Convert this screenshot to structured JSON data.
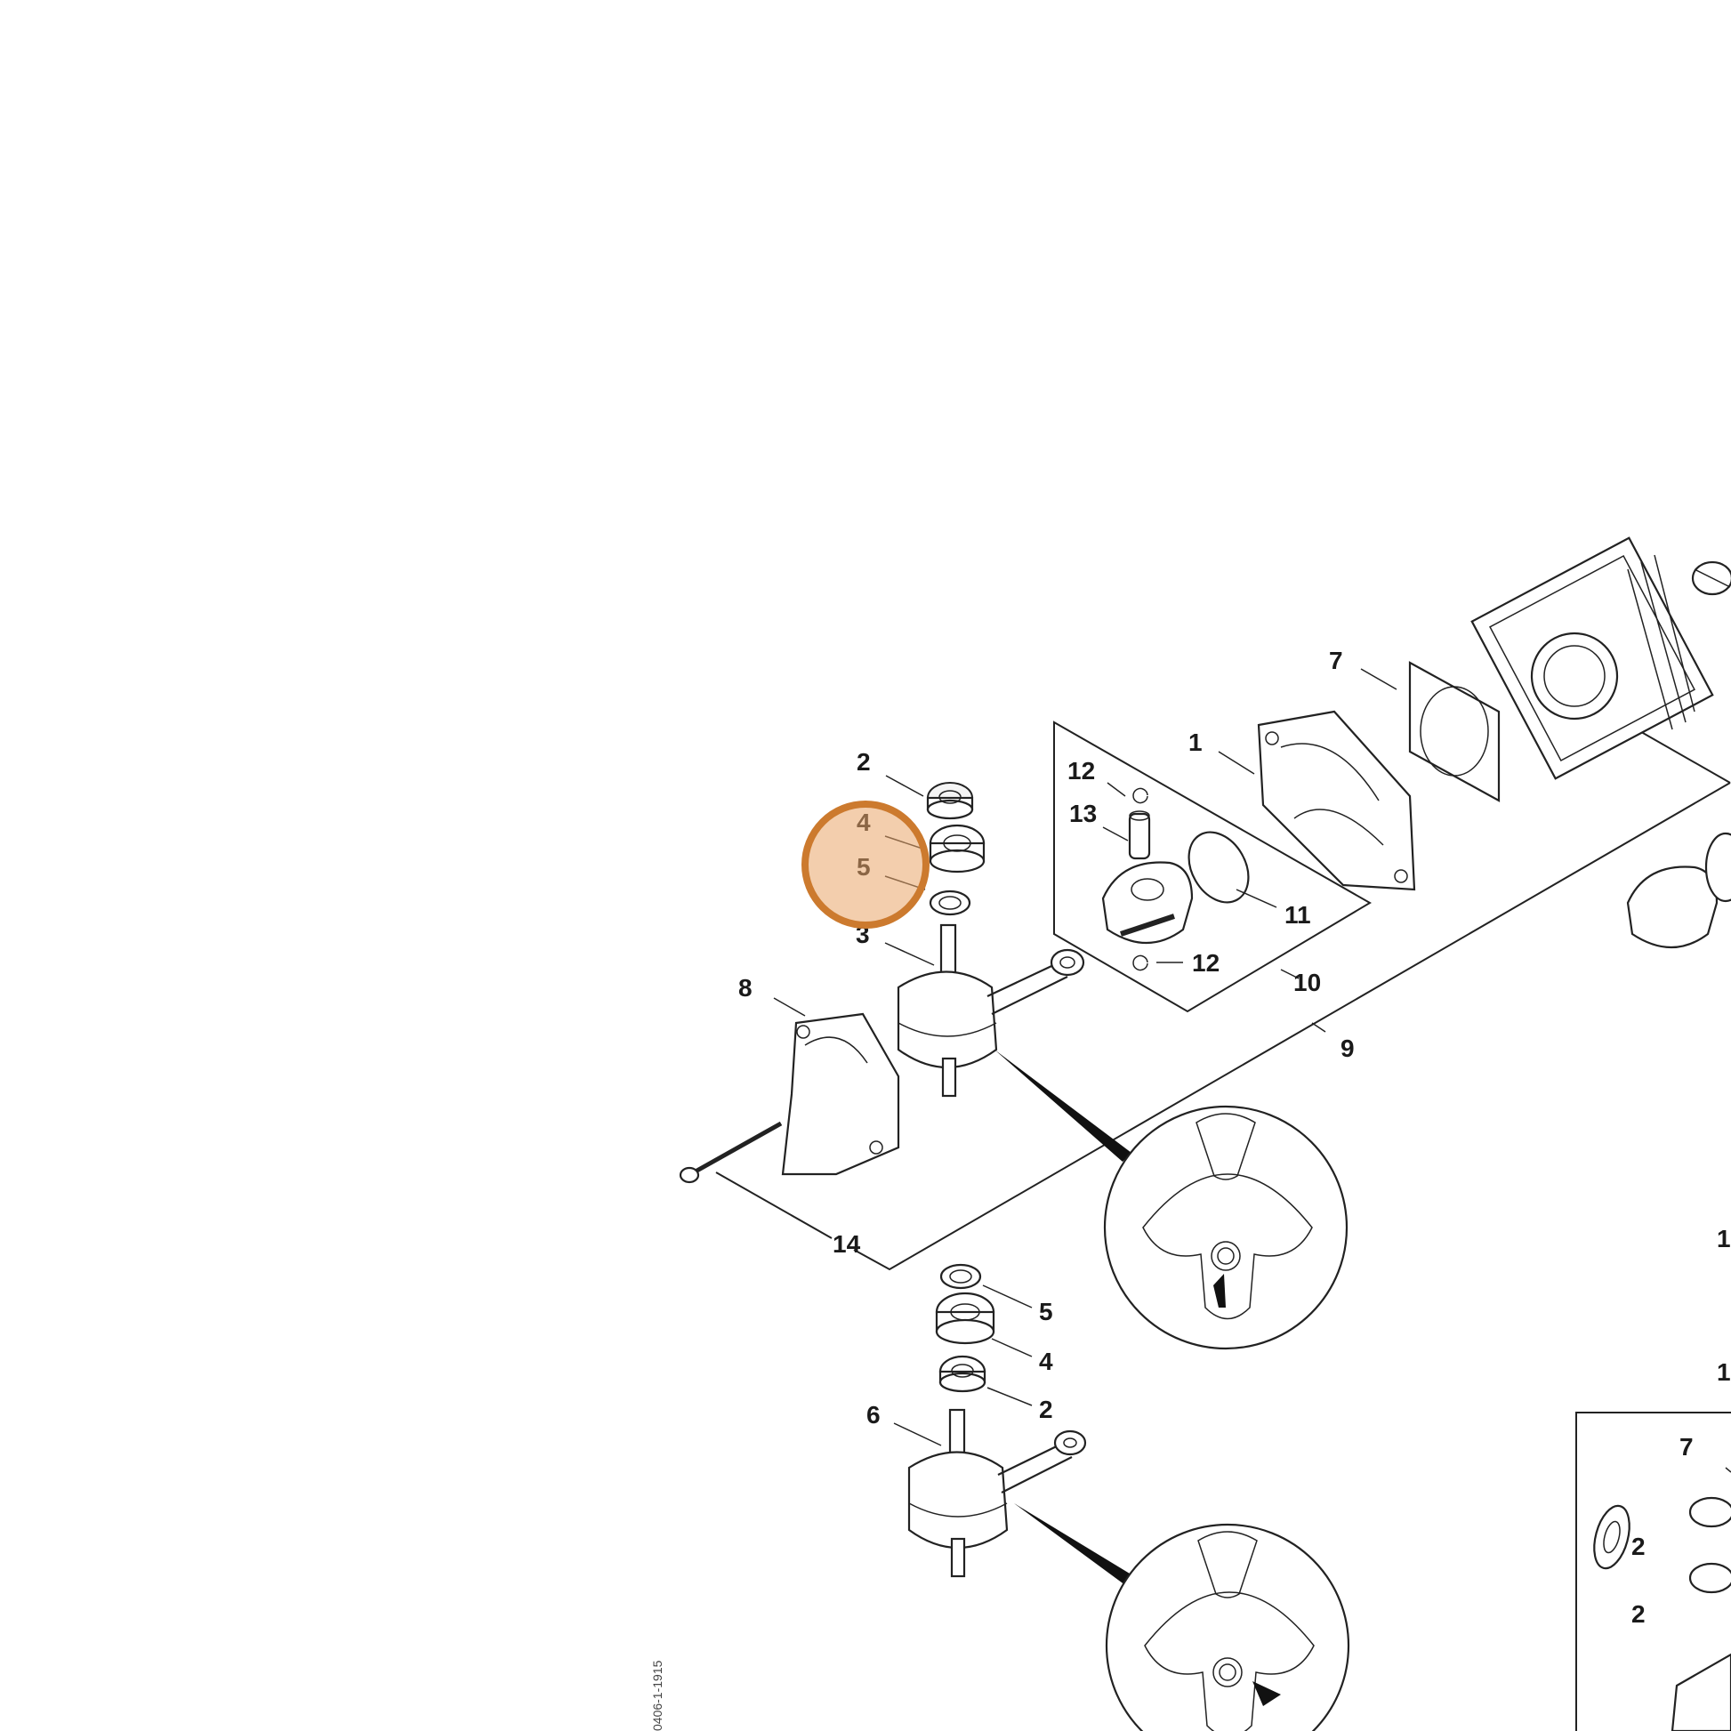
{
  "labels": {
    "l1": "1",
    "l2a": "2",
    "l2b": "2",
    "l2c": "2",
    "l2d": "2",
    "l3": "3",
    "l4a": "4",
    "l4b": "4",
    "l5a": "5",
    "l5b": "5",
    "l6": "6",
    "l7a": "7",
    "l7b": "7",
    "l8": "8",
    "l9": "9",
    "l10": "10",
    "l11": "11",
    "l12a": "12",
    "l12b": "12",
    "l13": "13",
    "l14": "14",
    "l1edge1": "1",
    "l1edge2": "1"
  },
  "drawing_code": "0406-1-1915",
  "colors": {
    "highlight_fill": "#e9a66a",
    "highlight_stroke": "#cc7a2e",
    "line": "#222222"
  }
}
